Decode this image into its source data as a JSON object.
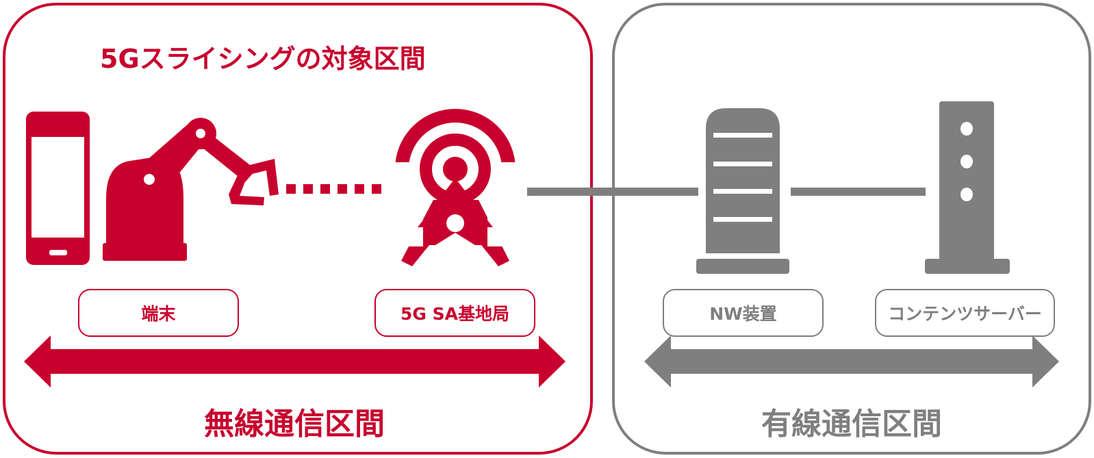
{
  "diagram": {
    "scope_title": "5Gスライシングの対象区間",
    "labels": {
      "terminal": "端末",
      "base_station": "5G SA基地局",
      "nw_device": "NW装置",
      "content_server": "コンテンツサーバー"
    },
    "sections": {
      "wireless": "無線通信区間",
      "wired": "有線通信区間"
    },
    "colors": {
      "accent_red": "#c8002d",
      "gray": "#7f7f7f"
    },
    "icons": [
      "smartphone-icon",
      "robot-arm-icon",
      "antenna-tower-icon",
      "nw-device-icon",
      "server-icon"
    ]
  }
}
